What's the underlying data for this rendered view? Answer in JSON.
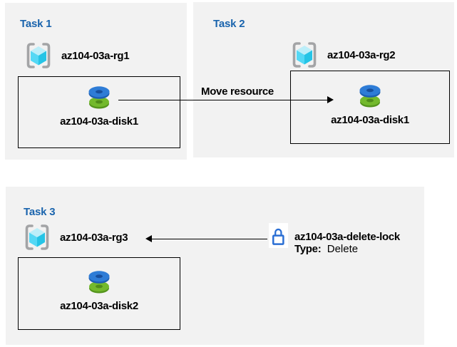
{
  "diagram": {
    "description_colors": {
      "panel_bg": "#f2f2f2",
      "task_title_blue": "#1a64ad",
      "box_border": "#000000",
      "arrow": "#000000",
      "rg_bracket_gray": "#a3a4a6",
      "rg_cube_top": "#bceef9",
      "rg_cube_left": "#54d8f5",
      "rg_cube_right": "#25c4e6",
      "disk_blue": "#2e7cd6",
      "disk_blue_dark": "#1d5fb4",
      "disk_green": "#73b92c",
      "disk_green_dark": "#55951d",
      "lock_blue": "#2b6fd4",
      "lock_bg": "#ffffff"
    }
  },
  "tasks": [
    {
      "title": "Task 1",
      "resource_group": "az104-03a-rg1",
      "disk": "az104-03a-disk1"
    },
    {
      "title": "Task 2",
      "resource_group": "az104-03a-rg2",
      "disk": "az104-03a-disk1"
    },
    {
      "title": "Task 3",
      "resource_group": "az104-03a-rg3",
      "disk": "az104-03a-disk2"
    }
  ],
  "arrows": {
    "move_label": "Move resource"
  },
  "lock": {
    "name": "az104-03a-delete-lock",
    "type_label": "Type:",
    "type_value": "Delete"
  },
  "icons": {
    "resource_group": "resource-group-icon",
    "disk": "disk-icon",
    "lock": "lock-icon"
  }
}
